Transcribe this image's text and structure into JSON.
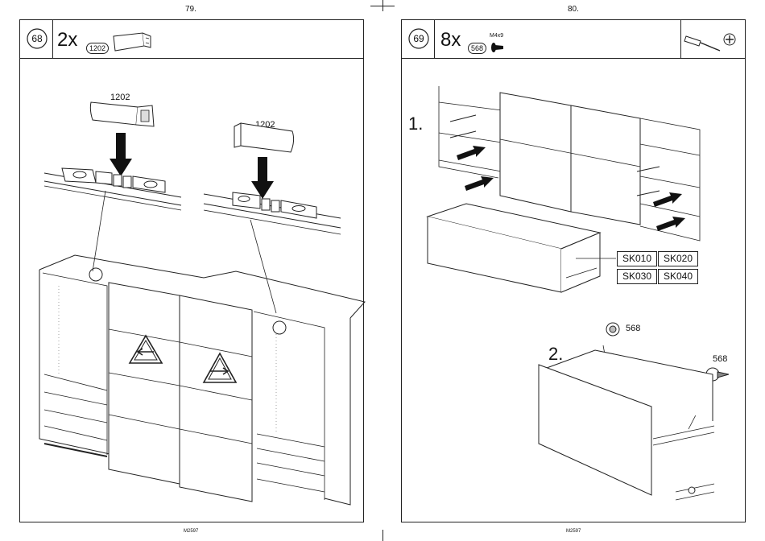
{
  "pages": [
    {
      "page_number": "79.",
      "footer": "M2597",
      "step": {
        "number": "68",
        "quantity": "2x",
        "part_code": "1202",
        "callout_left": "1202",
        "callout_right": "1202"
      }
    },
    {
      "page_number": "80.",
      "footer": "M2597",
      "step": {
        "number": "69",
        "quantity": "8x",
        "part_code": "568",
        "screw_spec": "M4x9",
        "substep_1": "1.",
        "substep_2": "2.",
        "screw_label_a": "568",
        "screw_label_b": "568",
        "drawer_codes": [
          "SK010",
          "SK020",
          "SK030",
          "SK040"
        ]
      }
    }
  ]
}
